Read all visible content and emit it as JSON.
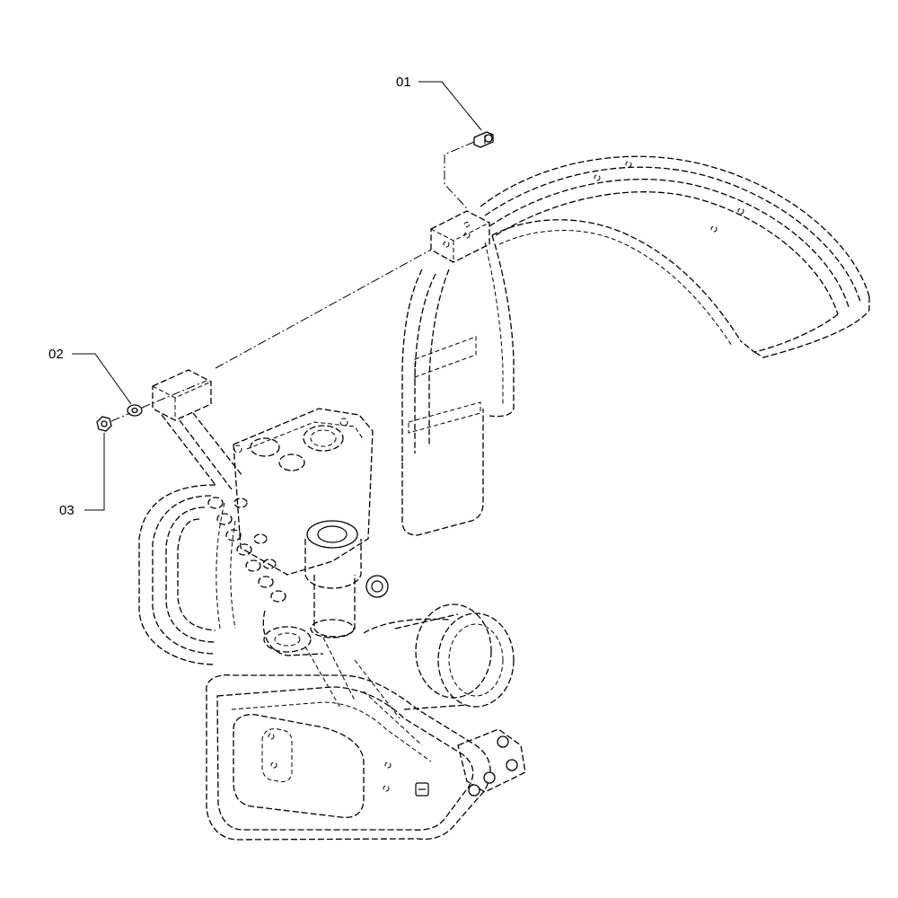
{
  "callouts": [
    {
      "id": "01",
      "label": "01"
    },
    {
      "id": "02",
      "label": "02"
    },
    {
      "id": "03",
      "label": "03"
    }
  ]
}
